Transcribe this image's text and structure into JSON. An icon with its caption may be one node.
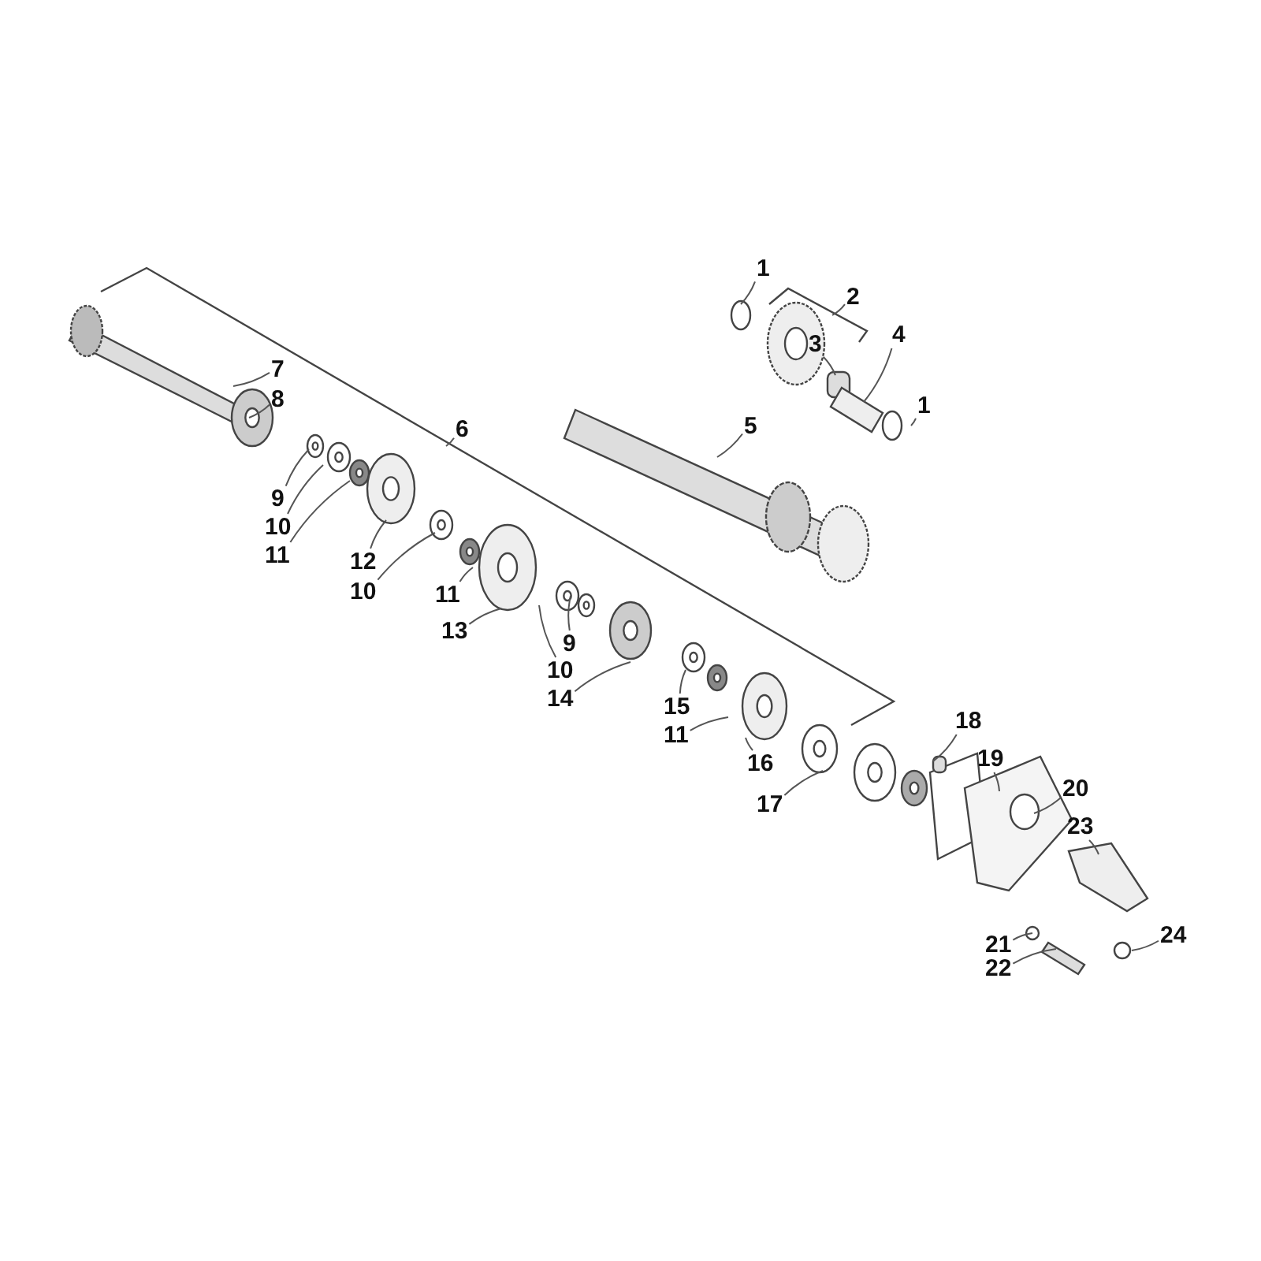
{
  "diagram": {
    "nodes": [
      {
        "text": [
          "1"
        ]
      },
      {
        "text": [
          "2"
        ]
      },
      {
        "text": [
          "3"
        ]
      },
      {
        "text": [
          "4"
        ]
      },
      {
        "text": [
          "1"
        ]
      },
      {
        "text": [
          "5"
        ]
      },
      {
        "text": [
          "6"
        ]
      },
      {
        "text": [
          "7"
        ]
      },
      {
        "text": [
          "8"
        ]
      },
      {
        "text": [
          "9"
        ]
      },
      {
        "text": [
          "10"
        ]
      },
      {
        "text": [
          "11"
        ]
      },
      {
        "text": [
          "12"
        ]
      },
      {
        "text": [
          "10"
        ]
      },
      {
        "text": [
          "11"
        ]
      },
      {
        "text": [
          "13"
        ]
      },
      {
        "text": [
          "9"
        ]
      },
      {
        "text": [
          "10"
        ]
      },
      {
        "text": [
          "14"
        ]
      },
      {
        "text": [
          "15"
        ]
      },
      {
        "text": [
          "11"
        ]
      },
      {
        "text": [
          "16"
        ]
      },
      {
        "text": [
          "17"
        ]
      },
      {
        "text": [
          "18"
        ]
      },
      {
        "text": [
          "19"
        ]
      },
      {
        "text": [
          "20"
        ]
      },
      {
        "text": [
          "23"
        ]
      },
      {
        "text": [
          "21"
        ]
      },
      {
        "text": [
          "22"
        ]
      },
      {
        "text": [
          "24"
        ]
      }
    ],
    "edges": [
      {
        "from": 0,
        "to": null,
        "arrow": "none"
      },
      {
        "from": 1,
        "to": null,
        "arrow": "none"
      },
      {
        "from": 2,
        "to": null,
        "arrow": "none"
      },
      {
        "from": 3,
        "to": null,
        "arrow": "none"
      },
      {
        "from": 4,
        "to": null,
        "arrow": "none"
      },
      {
        "from": 5,
        "to": null,
        "arrow": "none"
      },
      {
        "from": 6,
        "to": null,
        "arrow": "none"
      },
      {
        "from": 7,
        "to": null,
        "arrow": "none"
      },
      {
        "from": 8,
        "to": null,
        "arrow": "none"
      },
      {
        "from": 9,
        "to": null,
        "arrow": "none"
      },
      {
        "from": 10,
        "to": null,
        "arrow": "none"
      },
      {
        "from": 11,
        "to": null,
        "arrow": "none"
      },
      {
        "from": 12,
        "to": null,
        "arrow": "none"
      },
      {
        "from": 13,
        "to": null,
        "arrow": "none"
      },
      {
        "from": 14,
        "to": null,
        "arrow": "none"
      },
      {
        "from": 15,
        "to": null,
        "arrow": "none"
      },
      {
        "from": 16,
        "to": null,
        "arrow": "none"
      },
      {
        "from": 17,
        "to": null,
        "arrow": "none"
      },
      {
        "from": 18,
        "to": null,
        "arrow": "none"
      },
      {
        "from": 19,
        "to": null,
        "arrow": "none"
      },
      {
        "from": 20,
        "to": null,
        "arrow": "none"
      },
      {
        "from": 21,
        "to": null,
        "arrow": "none"
      },
      {
        "from": 22,
        "to": null,
        "arrow": "none"
      },
      {
        "from": 23,
        "to": null,
        "arrow": "none"
      },
      {
        "from": 24,
        "to": null,
        "arrow": "none"
      },
      {
        "from": 25,
        "to": null,
        "arrow": "none"
      },
      {
        "from": 26,
        "to": null,
        "arrow": "none"
      },
      {
        "from": 27,
        "to": null,
        "arrow": "none"
      },
      {
        "from": 28,
        "to": null,
        "arrow": "none"
      },
      {
        "from": 29,
        "to": null,
        "arrow": "none"
      }
    ]
  }
}
